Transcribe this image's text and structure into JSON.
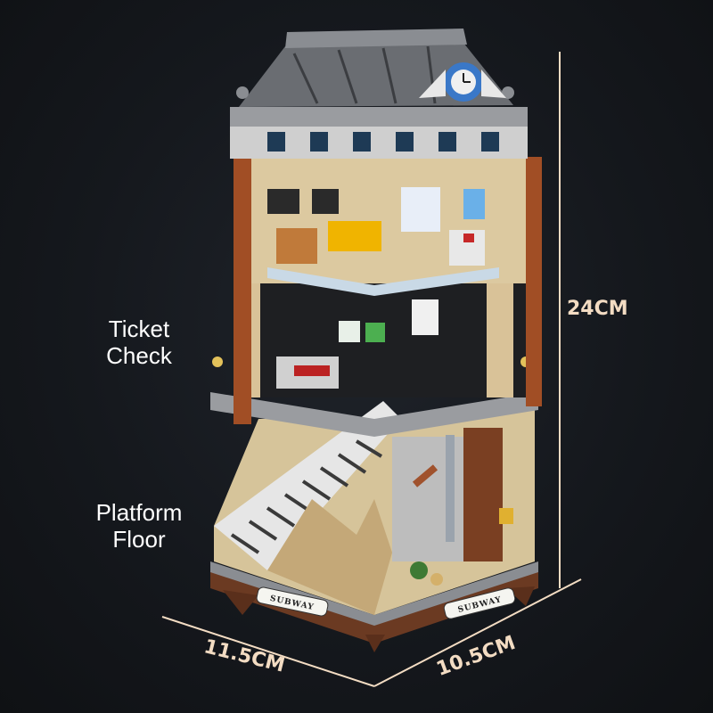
{
  "labels": {
    "ticket_check": "Ticket\nCheck",
    "platform_floor": "Platform\nFloor"
  },
  "dimensions": {
    "height": "24CM",
    "width": "11.5CM",
    "depth": "10.5CM"
  },
  "signs": {
    "front_left": "SUBWAY",
    "front_right": "SUBWAY"
  },
  "colors": {
    "background": "#16191e",
    "dimension_lines": "#f3dcc3",
    "label_text": "#ffffff",
    "roof": "#6a6d72",
    "wall_tan": "#dcc9a0",
    "base_brown": "#6b3a22"
  }
}
